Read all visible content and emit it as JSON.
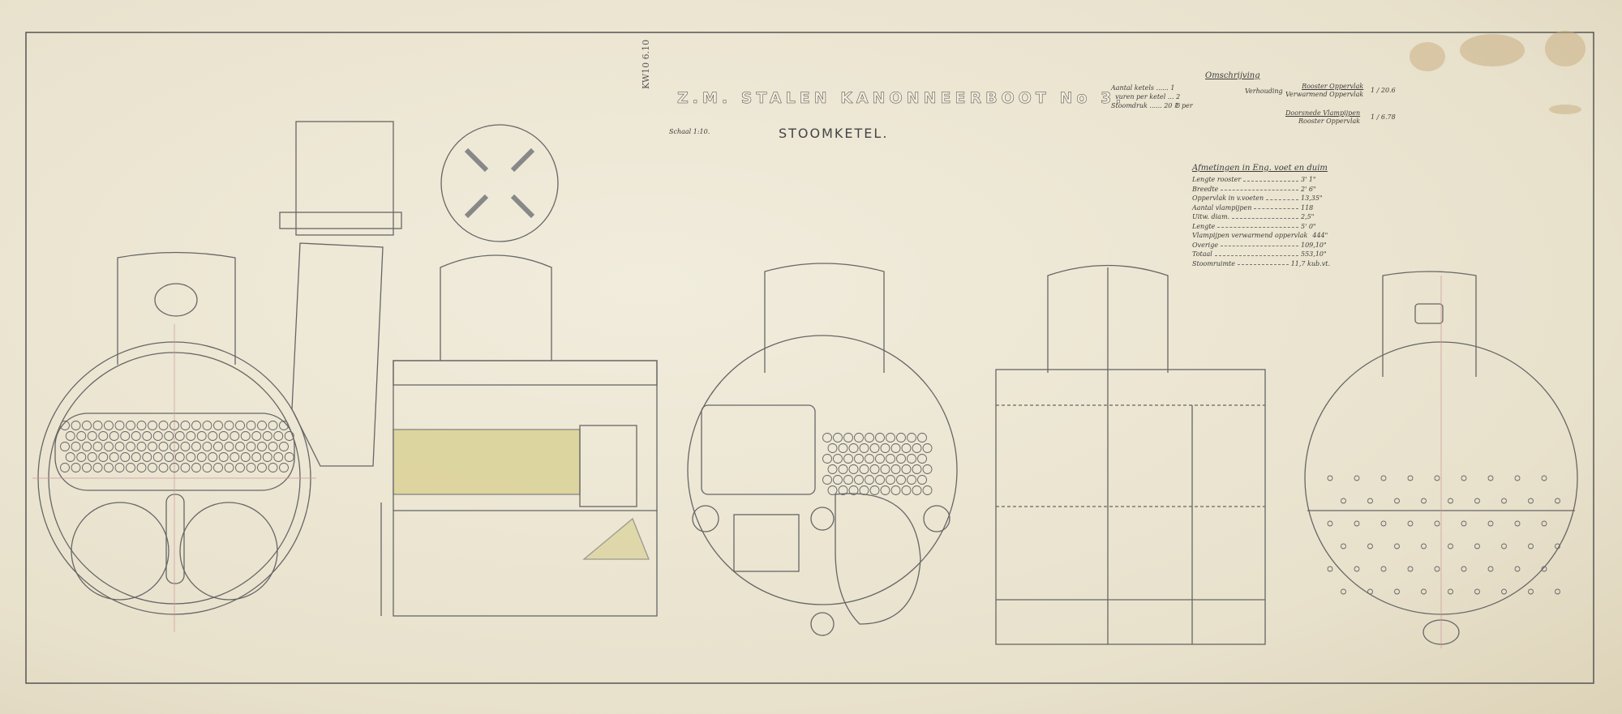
{
  "title": "Z.M. STALEN KANONNEERBOOT No 3.",
  "subtitle": "STOOMKETEL.",
  "scale": "Schaal 1:10.",
  "archive_stamp": "KW10 6.10",
  "general": {
    "heading": "Omschrijving",
    "items": [
      {
        "label": "Aantal ketels",
        "value": "1"
      },
      {
        "label": "vuren per ketel",
        "value": "2"
      },
      {
        "label": "Stoomdruk",
        "value": "20 ℔ per"
      }
    ]
  },
  "ratios": {
    "label": "Verhouding",
    "items": [
      {
        "numerator": "Rooster Oppervlak",
        "denominator": "Verwarmend Oppervlak",
        "value": "1 / 20.6"
      },
      {
        "numerator": "Doorsnede Vlampijpen",
        "denominator": "Rooster Oppervlak",
        "value": "1 / 6.78"
      }
    ]
  },
  "dimensions": {
    "heading": "Afmetingen in Eng. voet en duim",
    "rows": [
      {
        "label": "Lengte rooster",
        "value": "3' 1\""
      },
      {
        "label": "Breedte",
        "value": "2' 6\""
      },
      {
        "label": "Oppervlak in v.voeten",
        "value": "13,35\""
      },
      {
        "label": "Aantal vlampijpen",
        "value": "118"
      },
      {
        "label": "Uitw. diam.",
        "value": "2,5\""
      },
      {
        "label": "Lengte",
        "value": "5' 0\""
      },
      {
        "label": "Vlampijpen verwarmend oppervlak",
        "value": "444\""
      },
      {
        "label": "Overige",
        "value": "109,10\""
      },
      {
        "label": "Totaal",
        "value": "553,10\""
      },
      {
        "label": "Stoomruimte",
        "value": "11,7 kub.vt."
      }
    ]
  },
  "colors": {
    "paper": "#ede7d5",
    "ink": "#555555",
    "tubes": "#d8cf8e"
  }
}
